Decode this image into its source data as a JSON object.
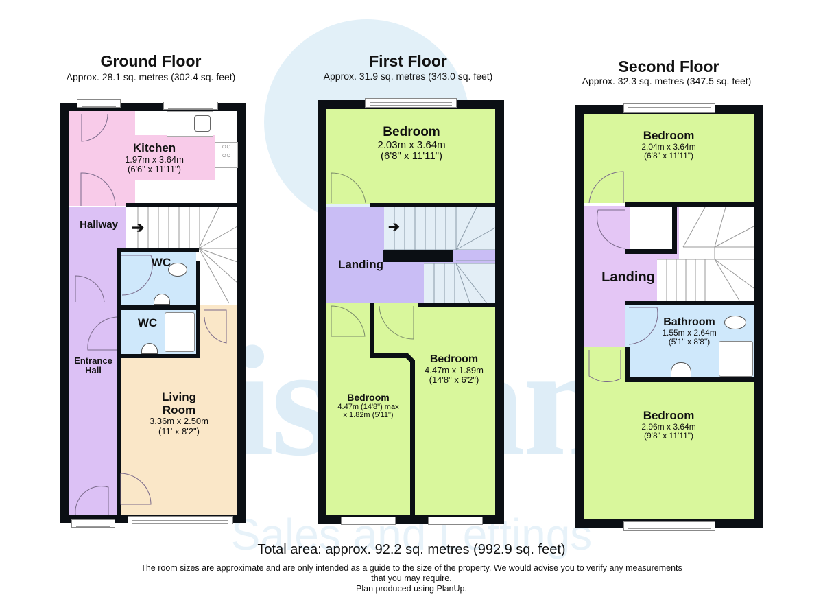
{
  "watermark": {
    "brand": "Tristram's",
    "tagline": "Sales and Lettings",
    "color": "#1e88c8"
  },
  "colors": {
    "wall": "#0b0f14",
    "kitchen": "#f8cbe9",
    "hallway": "#dcc1f5",
    "wc": "#cfe8fb",
    "living": "#fae7c8",
    "bedroom": "#d9f79c",
    "landing_first": "#c9bdf5",
    "landing_second": "#e4c6f5",
    "bathroom": "#cfe8fb",
    "stairs": "#ffffff"
  },
  "floors": [
    {
      "title": "Ground Floor",
      "area": "Approx. 28.1 sq. metres (302.4 sq. feet)",
      "rooms": [
        {
          "name": "Kitchen",
          "dims": "1.97m x 3.64m",
          "imperial": "(6'6\" x 11'11\")"
        },
        {
          "name": "Hallway",
          "dims": "",
          "imperial": ""
        },
        {
          "name": "WC",
          "dims": "",
          "imperial": ""
        },
        {
          "name": "WC",
          "dims": "",
          "imperial": ""
        },
        {
          "name": "Entrance",
          "name2": "Hall",
          "dims": "",
          "imperial": ""
        },
        {
          "name": "Living",
          "name2": "Room",
          "dims": "3.36m x 2.50m",
          "imperial": "(11' x 8'2\")"
        }
      ]
    },
    {
      "title": "First Floor",
      "area": "Approx. 31.9 sq. metres (343.0 sq. feet)",
      "rooms": [
        {
          "name": "Bedroom",
          "dims": "2.03m x 3.64m",
          "imperial": "(6'8\" x 11'11\")"
        },
        {
          "name": "Landing",
          "dims": "",
          "imperial": ""
        },
        {
          "name": "Bedroom",
          "dims": "4.47m (14'8\") max",
          "imperial": "x 1.82m (5'11\")"
        },
        {
          "name": "Bedroom",
          "dims": "4.47m x 1.89m",
          "imperial": "(14'8\" x 6'2\")"
        }
      ]
    },
    {
      "title": "Second Floor",
      "area": "Approx. 32.3 sq. metres (347.5 sq. feet)",
      "rooms": [
        {
          "name": "Bedroom",
          "dims": "2.04m x 3.64m",
          "imperial": "(6'8\" x 11'11\")"
        },
        {
          "name": "Landing",
          "dims": "",
          "imperial": ""
        },
        {
          "name": "Bathroom",
          "dims": "1.55m x 2.64m",
          "imperial": "(5'1\" x 8'8\")"
        },
        {
          "name": "Bedroom",
          "dims": "2.96m x 3.64m",
          "imperial": "(9'8\" x 11'11\")"
        }
      ]
    }
  ],
  "footer": {
    "total": "Total area: approx. 92.2 sq. metres (992.9 sq. feet)",
    "disclaimer": "The room sizes are approximate and are only intended as a guide to the size of the property. We would advise you to verify any measurements that you may require.",
    "credit": "Plan produced using PlanUp."
  }
}
